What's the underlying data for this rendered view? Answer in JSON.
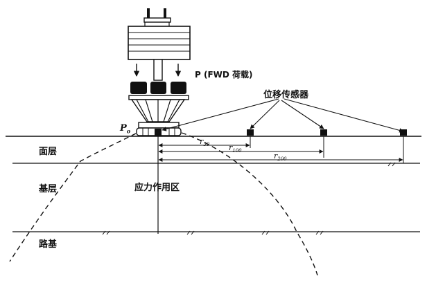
{
  "labels": {
    "load": "P (FWD 荷载)",
    "sensors": "位移传感器",
    "p0": "P",
    "p0_sub": "o",
    "surface_layer": "面层",
    "base_layer": "基层",
    "subgrade": "路基",
    "stress_zone": "应力作用区",
    "r30": "r",
    "r30_sub": "30",
    "r100": "r",
    "r100_sub": "100",
    "r200": "r",
    "r200_sub": "200"
  }
}
